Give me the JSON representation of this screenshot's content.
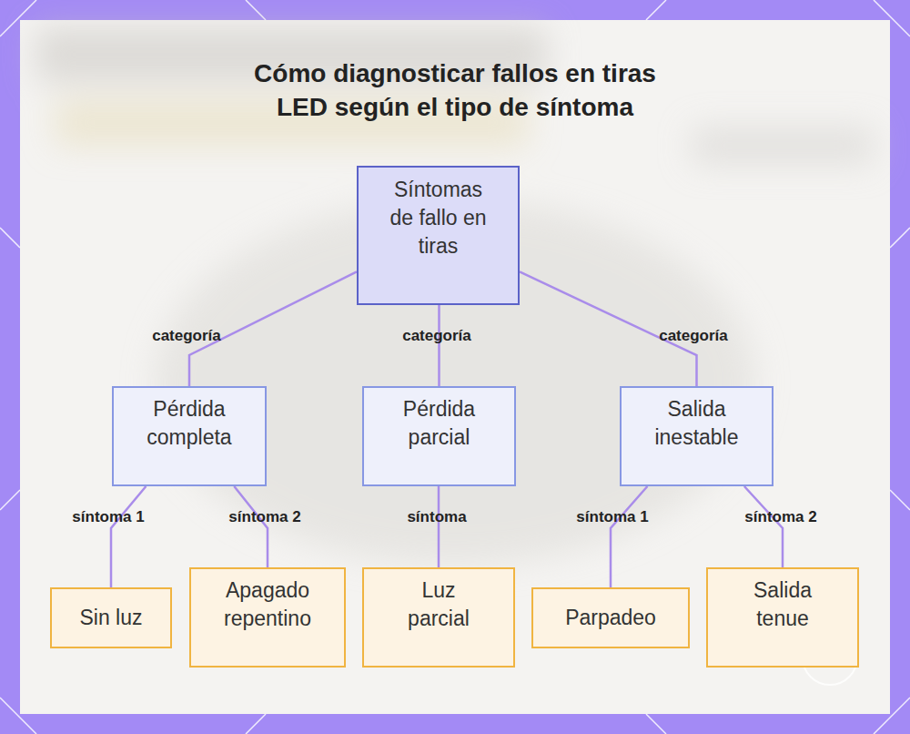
{
  "diagram": {
    "title": "Cómo diagnosticar fallos en tiras LED según el tipo de síntoma",
    "nodes": [
      {
        "text": [
          "Síntomas de fallo en tiras"
        ]
      },
      {
        "text": [
          "Pérdida completa"
        ]
      },
      {
        "text": [
          "Pérdida parcial"
        ]
      },
      {
        "text": [
          "Salida inestable"
        ]
      },
      {
        "text": [
          "Sin luz"
        ]
      },
      {
        "text": [
          "Apagado repentino"
        ]
      },
      {
        "text": [
          "Luz parcial"
        ]
      },
      {
        "text": [
          "Parpadeo"
        ]
      },
      {
        "text": [
          "Salida tenue"
        ]
      }
    ],
    "edges": [
      {
        "from": 0,
        "to": 1,
        "arrow": "none",
        "label": "categoría"
      },
      {
        "from": 0,
        "to": 2,
        "arrow": "none",
        "label": "categoría"
      },
      {
        "from": 0,
        "to": 3,
        "arrow": "none",
        "label": "categoría"
      },
      {
        "from": 1,
        "to": 4,
        "arrow": "none",
        "label": "síntoma 1"
      },
      {
        "from": 1,
        "to": 5,
        "arrow": "none",
        "label": "síntoma 2"
      },
      {
        "from": 2,
        "to": 6,
        "arrow": "none",
        "label": "síntoma"
      },
      {
        "from": 3,
        "to": 7,
        "arrow": "none",
        "label": "síntoma 1"
      },
      {
        "from": 3,
        "to": 8,
        "arrow": "none",
        "label": "síntoma 2"
      }
    ]
  }
}
